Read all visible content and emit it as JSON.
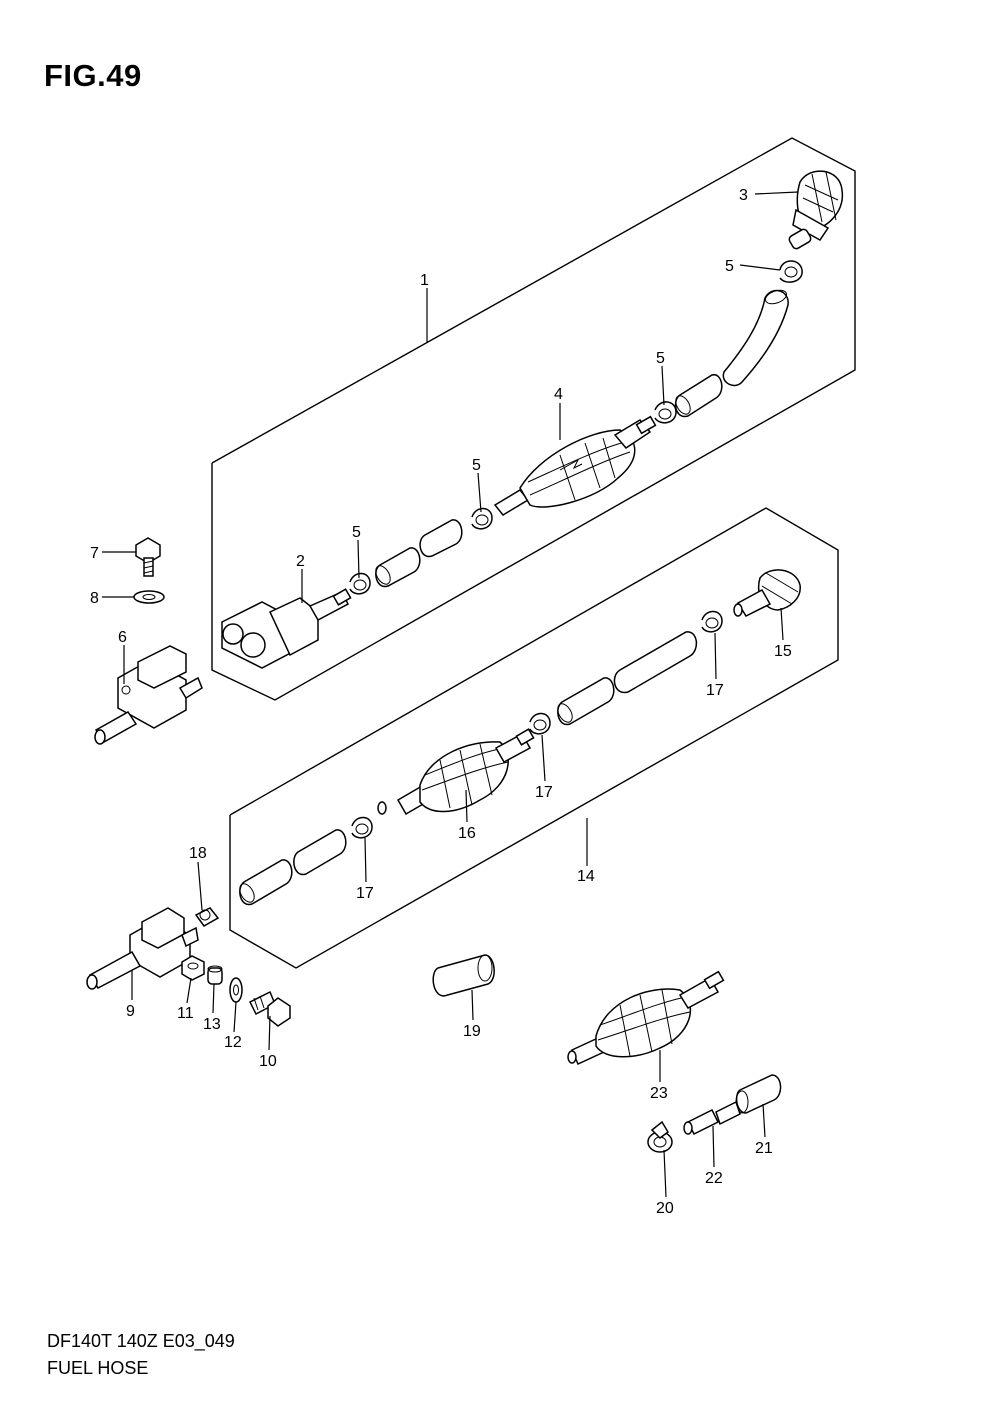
{
  "figure": {
    "title": "FIG.49",
    "code": "DF140T 140Z E03_049",
    "name": "FUEL HOSE"
  },
  "callouts": [
    {
      "id": "c1",
      "label": "1"
    },
    {
      "id": "c2",
      "label": "2"
    },
    {
      "id": "c3",
      "label": "3"
    },
    {
      "id": "c4",
      "label": "4"
    },
    {
      "id": "c5a",
      "label": "5"
    },
    {
      "id": "c5b",
      "label": "5"
    },
    {
      "id": "c5c",
      "label": "5"
    },
    {
      "id": "c5d",
      "label": "5"
    },
    {
      "id": "c6",
      "label": "6"
    },
    {
      "id": "c7",
      "label": "7"
    },
    {
      "id": "c8",
      "label": "8"
    },
    {
      "id": "c9",
      "label": "9"
    },
    {
      "id": "c10",
      "label": "10"
    },
    {
      "id": "c11",
      "label": "11"
    },
    {
      "id": "c12",
      "label": "12"
    },
    {
      "id": "c13",
      "label": "13"
    },
    {
      "id": "c14",
      "label": "14"
    },
    {
      "id": "c15",
      "label": "15"
    },
    {
      "id": "c16",
      "label": "16"
    },
    {
      "id": "c17a",
      "label": "17"
    },
    {
      "id": "c17b",
      "label": "17"
    },
    {
      "id": "c17c",
      "label": "17"
    },
    {
      "id": "c18",
      "label": "18"
    },
    {
      "id": "c19",
      "label": "19"
    },
    {
      "id": "c20",
      "label": "20"
    },
    {
      "id": "c21",
      "label": "21"
    },
    {
      "id": "c22",
      "label": "22"
    },
    {
      "id": "c23",
      "label": "23"
    }
  ]
}
